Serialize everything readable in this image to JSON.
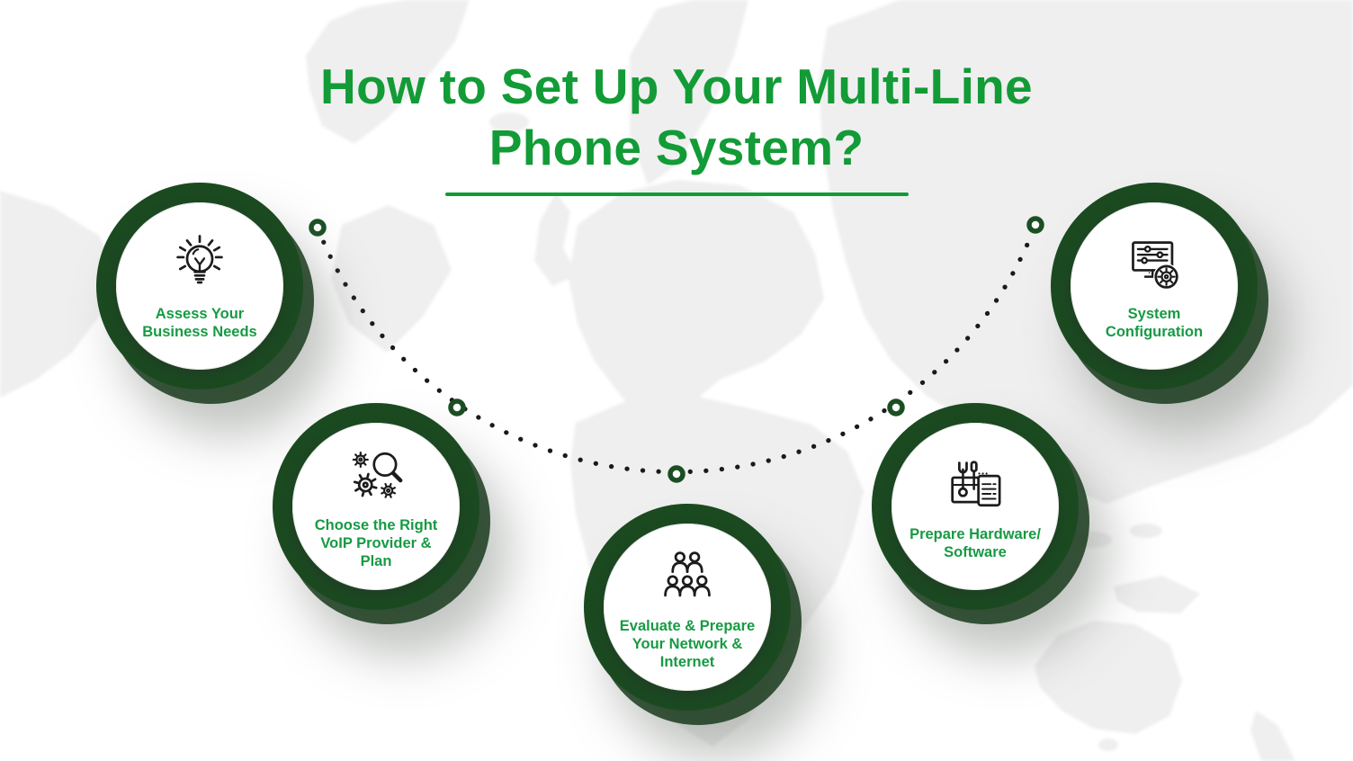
{
  "title": {
    "line1": "How to Set Up Your Multi-Line",
    "line2": "Phone System?"
  },
  "steps": [
    {
      "order": 1,
      "label": "Assess Your\nBusiness Needs",
      "icon": "idea-lightbulb-icon"
    },
    {
      "order": 2,
      "label": "Choose the Right\nVoIP Provider &\nPlan",
      "icon": "gears-magnifier-icon"
    },
    {
      "order": 3,
      "label": "Evaluate & Prepare\nYour Network &\nInternet",
      "icon": "team-people-icon"
    },
    {
      "order": 4,
      "label": "Prepare Hardware/\nSoftware",
      "icon": "toolbox-checklist-icon"
    },
    {
      "order": 5,
      "label": "System\nConfiguration",
      "icon": "monitor-gear-icon"
    }
  ],
  "connector": {
    "style": "dotted-arc",
    "markers": 5
  },
  "colors": {
    "title_green": "#129B36",
    "label_green": "#179A43",
    "ring_green": "#1B4A21",
    "ring_shadow_green": "#123516",
    "connector_dot": "#1A1A1A",
    "marker_green": "#1B4F23",
    "map_gray": "#EFEFEF",
    "background": "#FFFFFF"
  }
}
